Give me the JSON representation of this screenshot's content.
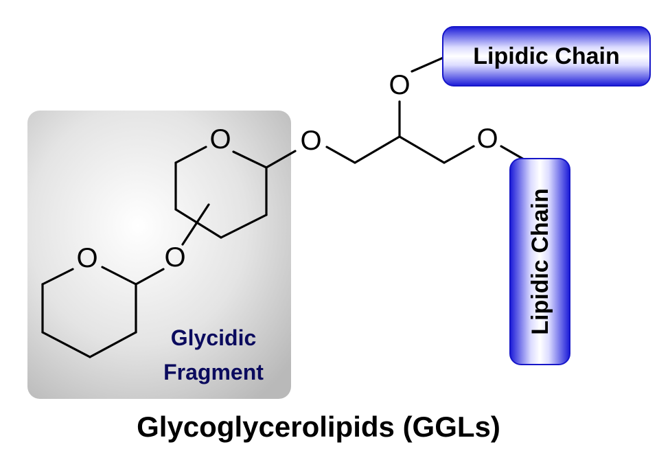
{
  "fragment": {
    "line1": "Glycidic",
    "line2": "Fragment"
  },
  "chains": {
    "top": "Lipidic Chain",
    "right": "Lipidic Chain"
  },
  "atoms": {
    "ring_upper_o": "O",
    "ring_lower_o": "O",
    "glycosidic_link_o": "O",
    "anomeric_o": "O",
    "top_chain_o": "O",
    "right_chain_o": "O"
  },
  "caption": "Glycoglycerolipids (GGLs)",
  "colors": {
    "fragment_box": "#c9c9c9",
    "chain_box": "#2a2ae8",
    "fragment_text": "#0b0b5e"
  }
}
